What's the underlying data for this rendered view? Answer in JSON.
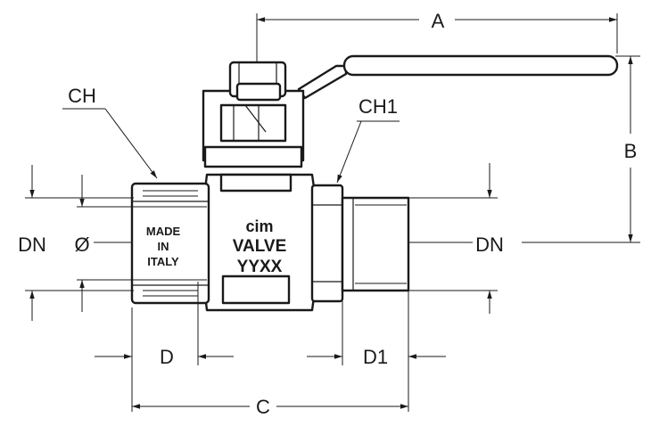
{
  "labels": {
    "a": "A",
    "b": "B",
    "c": "C",
    "ch": "CH",
    "ch1": "CH1",
    "dn_left": "DN",
    "dn_right": "DN",
    "diameter": "Ø",
    "d": "D",
    "d1": "D1"
  },
  "marking": {
    "nut_line1": "MADE",
    "nut_line2": "IN",
    "nut_line3": "ITALY",
    "body_logo": "cim",
    "body_line1": "VALVE",
    "body_line2": "YYXX"
  },
  "colors": {
    "line": "#1a1a1a",
    "background": "#ffffff"
  }
}
